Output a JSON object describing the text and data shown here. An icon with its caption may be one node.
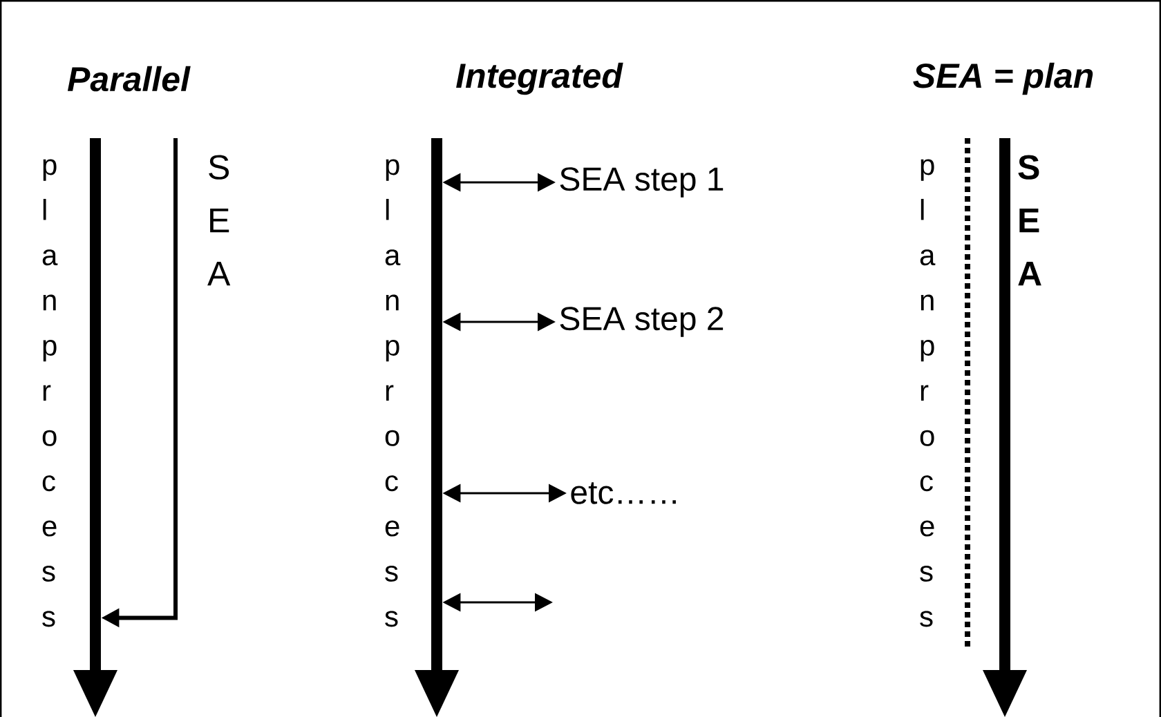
{
  "diagram": {
    "nodes": [
      {
        "text": [],
        "shape": "bar",
        "beside": [
          "plan process"
        ]
      },
      {
        "text": [],
        "shape": "bar",
        "beside": [
          "SEA"
        ]
      },
      {
        "text": [],
        "shape": "bar",
        "beside": [
          "plan process"
        ]
      },
      {
        "text": [
          "SEA step 1"
        ]
      },
      {
        "text": [
          "SEA step 2"
        ]
      },
      {
        "text": [
          "etc……"
        ]
      },
      {
        "text": [],
        "shape": "bar",
        "beside": [
          "plan process",
          "SEA"
        ]
      }
    ],
    "edges": [
      {
        "from": 1,
        "to": 0,
        "arrow": "to"
      },
      {
        "from": 2,
        "to": 3,
        "arrow": "both"
      },
      {
        "from": 2,
        "to": 4,
        "arrow": "both"
      },
      {
        "from": 2,
        "to": 5,
        "arrow": "both"
      },
      {
        "from": 2,
        "to": null,
        "arrow": "both"
      }
    ],
    "labels": [
      "Parallel",
      "Integrated",
      "SEA = plan"
    ]
  }
}
